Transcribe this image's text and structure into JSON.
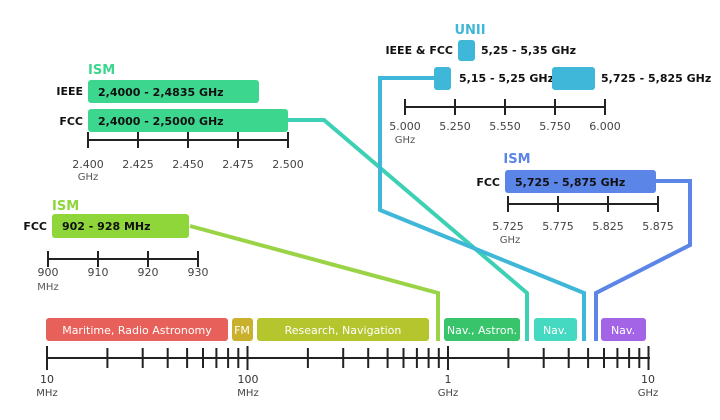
{
  "groups": {
    "ism_24": {
      "title": "ISM",
      "title_color": "#3cd68f",
      "bar_color": "#3cd68f",
      "rows": [
        {
          "label": "IEEE",
          "range": "2,4000 - 2,4835 GHz"
        },
        {
          "label": "FCC",
          "range": "2,4000 - 2,5000 GHz"
        }
      ],
      "ticks": [
        "2.400",
        "2.425",
        "2.450",
        "2.475",
        "2.500"
      ],
      "unit": "GHz",
      "connector_color": "#3dd0b4"
    },
    "ism_900": {
      "title": "ISM",
      "title_color": "#8ed63a",
      "bar_color": "#8ed63a",
      "rows": [
        {
          "label": "FCC",
          "range": "902 - 928 MHz"
        }
      ],
      "ticks": [
        "900",
        "910",
        "920",
        "930"
      ],
      "unit": "MHz",
      "connector_color": "#9ad446"
    },
    "unii": {
      "title": "UNII",
      "title_color": "#3fb7d8",
      "bar_color": "#3fb7d8",
      "row_label": "IEEE & FCC",
      "bands": [
        "5,25 - 5,35 GHz",
        "5,15 - 5,25 GHz",
        "5,725 - 5,825 GHz"
      ],
      "ticks": [
        "5.000",
        "5.250",
        "5.550",
        "5.750",
        "6.000"
      ],
      "unit": "GHz",
      "connector_color": "#3fb7d8"
    },
    "ism_58": {
      "title": "ISM",
      "title_color": "#5b85e6",
      "bar_color": "#5b85e6",
      "rows": [
        {
          "label": "FCC",
          "range": "5,725 - 5,875 GHz"
        }
      ],
      "ticks": [
        "5.725",
        "5.775",
        "5.825",
        "5.875"
      ],
      "unit": "GHz",
      "connector_color": "#5b85e6"
    }
  },
  "services": [
    {
      "name": "Maritime, Radio Astronomy",
      "color": "#e8605a"
    },
    {
      "name": "FM",
      "color": "#c9b12e"
    },
    {
      "name": "Research, Navigation",
      "color": "#b4c52e"
    },
    {
      "name": "Nav., Astron.",
      "color": "#37c46a"
    },
    {
      "name": "Nav.",
      "color": "#45d9c2"
    },
    {
      "name": "Nav.",
      "color": "#a364e6"
    }
  ],
  "main_axis": {
    "labels": [
      {
        "value": "10",
        "unit": "MHz"
      },
      {
        "value": "100",
        "unit": "MHz"
      },
      {
        "value": "1",
        "unit": "GHz"
      },
      {
        "value": "10",
        "unit": "GHz"
      }
    ]
  }
}
